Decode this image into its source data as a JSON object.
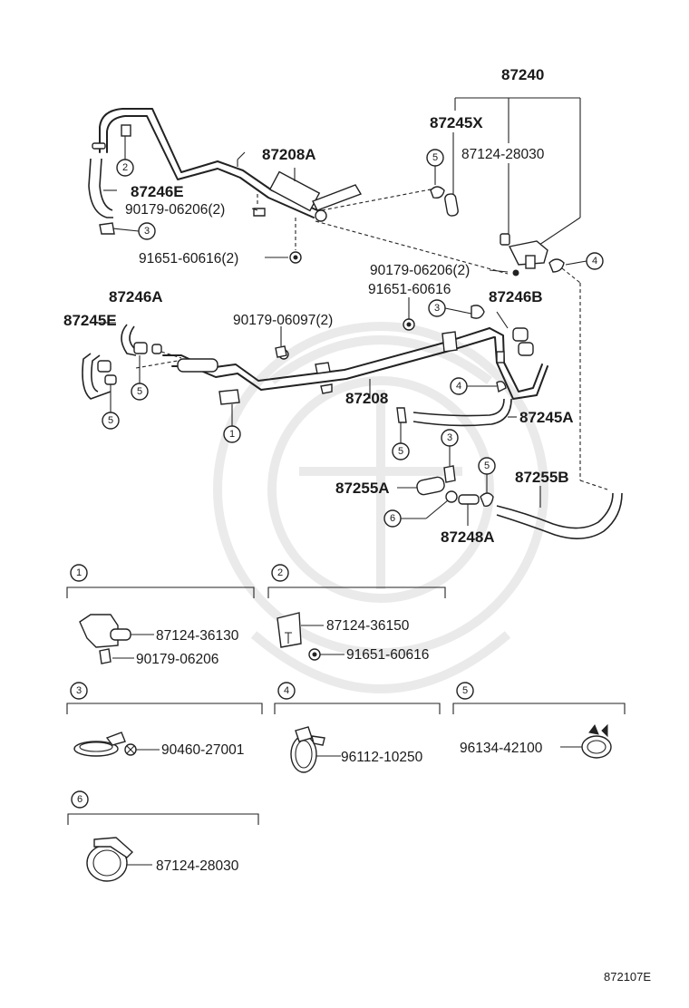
{
  "labels": {
    "p87240": "87240",
    "p87245X": "87245X",
    "p87124_28030_top": "87124-28030",
    "p87208A": "87208A",
    "p87246E": "87246E",
    "p90179_06206_2a": "90179-06206(2)",
    "p91651_60616_2": "91651-60616(2)",
    "p90179_06206_2b": "90179-06206(2)",
    "p91651_60616": "91651-60616",
    "p87246A": "87246A",
    "p87245E": "87245E",
    "p90179_06097_2": "90179-06097(2)",
    "p87246B": "87246B",
    "p87208": "87208",
    "p87245A": "87245A",
    "p87255A": "87255A",
    "p87255B": "87255B",
    "p87248A": "87248A"
  },
  "callouts": [
    "1",
    "2",
    "3",
    "4",
    "5",
    "6"
  ],
  "legend": {
    "box1": {
      "num": "1",
      "parts": [
        "87124-36130",
        "90179-06206"
      ]
    },
    "box2": {
      "num": "2",
      "parts": [
        "87124-36150",
        "91651-60616"
      ]
    },
    "box3": {
      "num": "3",
      "parts": [
        "90460-27001"
      ]
    },
    "box4": {
      "num": "4",
      "parts": [
        "96112-10250"
      ]
    },
    "box5": {
      "num": "5",
      "parts": [
        "96134-42100"
      ]
    },
    "box6": {
      "num": "6",
      "parts": [
        "87124-28030"
      ]
    }
  },
  "diagram_code": "872107E"
}
